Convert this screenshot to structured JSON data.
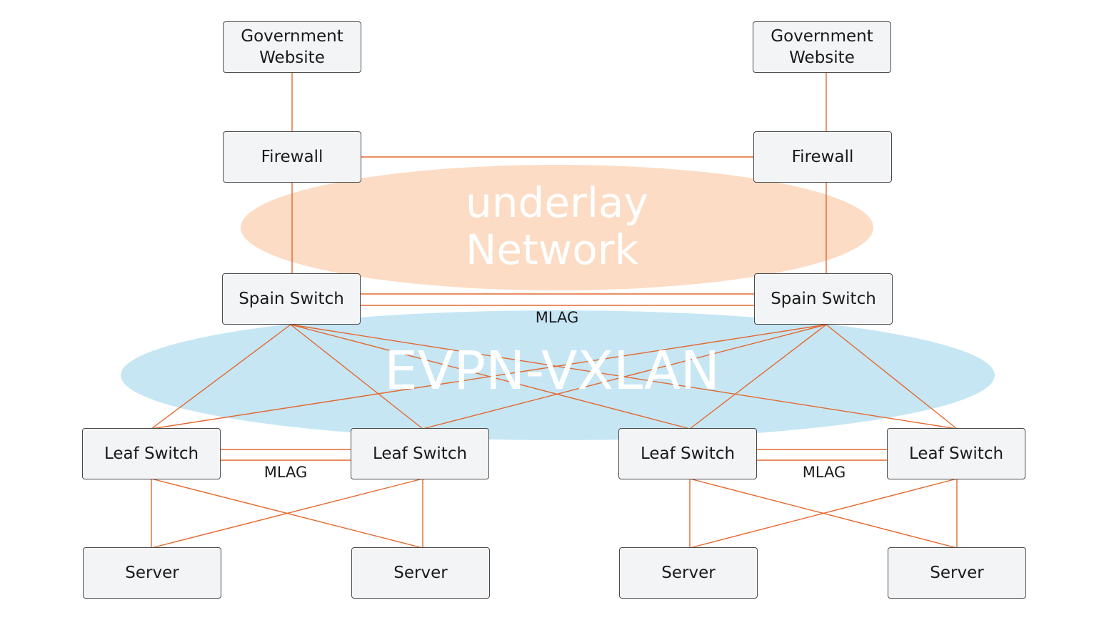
{
  "colors": {
    "link": "#e4682f",
    "underlay_cloud": "#fcdcc4",
    "evpn_cloud": "#c6e6f4",
    "node_fill": "#f3f4f6",
    "node_border": "#4a4a4a"
  },
  "clouds": {
    "underlay": "underlay\nNetwork",
    "evpn": "EVPN-VXLAN"
  },
  "nodes": {
    "gov_website_left": "Government\nWebsite",
    "gov_website_right": "Government\nWebsite",
    "firewall_left": "Firewall",
    "firewall_right": "Firewall",
    "spine_switch_left": "Spain Switch",
    "spine_switch_right": "Spain Switch",
    "leaf_switch_1": "Leaf Switch",
    "leaf_switch_2": "Leaf Switch",
    "leaf_switch_3": "Leaf Switch",
    "leaf_switch_4": "Leaf Switch",
    "server_1": "Server",
    "server_2": "Server",
    "server_3": "Server",
    "server_4": "Server"
  },
  "labels": {
    "mlag_spine": "MLAG",
    "mlag_leaf_left": "MLAG",
    "mlag_leaf_right": "MLAG"
  }
}
